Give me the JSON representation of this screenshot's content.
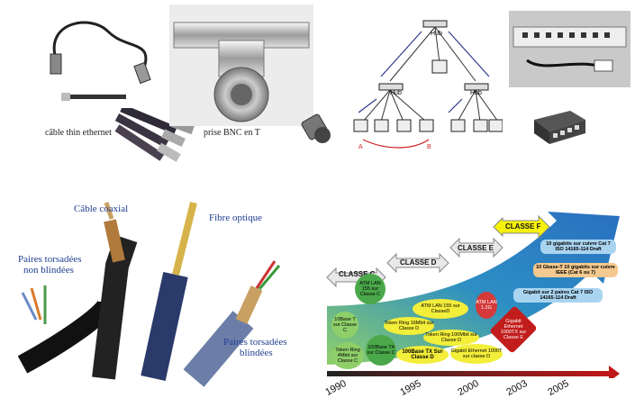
{
  "captions": {
    "thin_cable": "câble thin ethernet",
    "bnc_t": "prise BNC en T",
    "coax": "Câble coaxial",
    "fiber": "Fibre optique",
    "utp_line1": "Paires torsadées",
    "utp_line2": "non blindées",
    "stp_line1": "Paires torsadées",
    "stp_line2": "blindées"
  },
  "network": {
    "hub_top": "Hub",
    "hub_left": "Hub",
    "hub_right": "Hub",
    "label_a": "A",
    "label_b": "B"
  },
  "classes": {
    "c": "CLASSE C",
    "d": "CLASSE D",
    "e": "CLASSE E",
    "f": "CLASSE F"
  },
  "boxes": {
    "gig_cat7": "10 gigabits sur cuivre Cat 7 ISO 14165-114 Draft",
    "gbase_t": "10 Gbase-T 10 gigabits sur cuivre IEEE (Cat 6 ou 7)",
    "gig_2pairs": "Gigabit sur 2 paires Cat 7 ISO 14165-114 Draft"
  },
  "bubbles": {
    "atm155c": "ATM LAN 155 sur Classe C",
    "atm155d": "ATM LAN 155 sur ClasseD",
    "atm12": "ATM LAN 1.2G",
    "base10t": "10Base T sur Classe C",
    "tr16": "Token Ring 16Mbit sur Classe D",
    "tr100": "Token Ring 100Mbit sur Classe D",
    "tr4": "Token Ring 4Mbit sur Classe C",
    "base100t4": "100Base T4 sur Classe C",
    "base100tx": "100Base TX Sur Classe D",
    "gig1000t": "Gigabit Ethernet 1000T sur classe D",
    "gig1000tx": "Gigabit Ethernet 1000TX sur Classe E"
  },
  "timeline": [
    "1990",
    "1995",
    "2000",
    "2003",
    "2005"
  ]
}
